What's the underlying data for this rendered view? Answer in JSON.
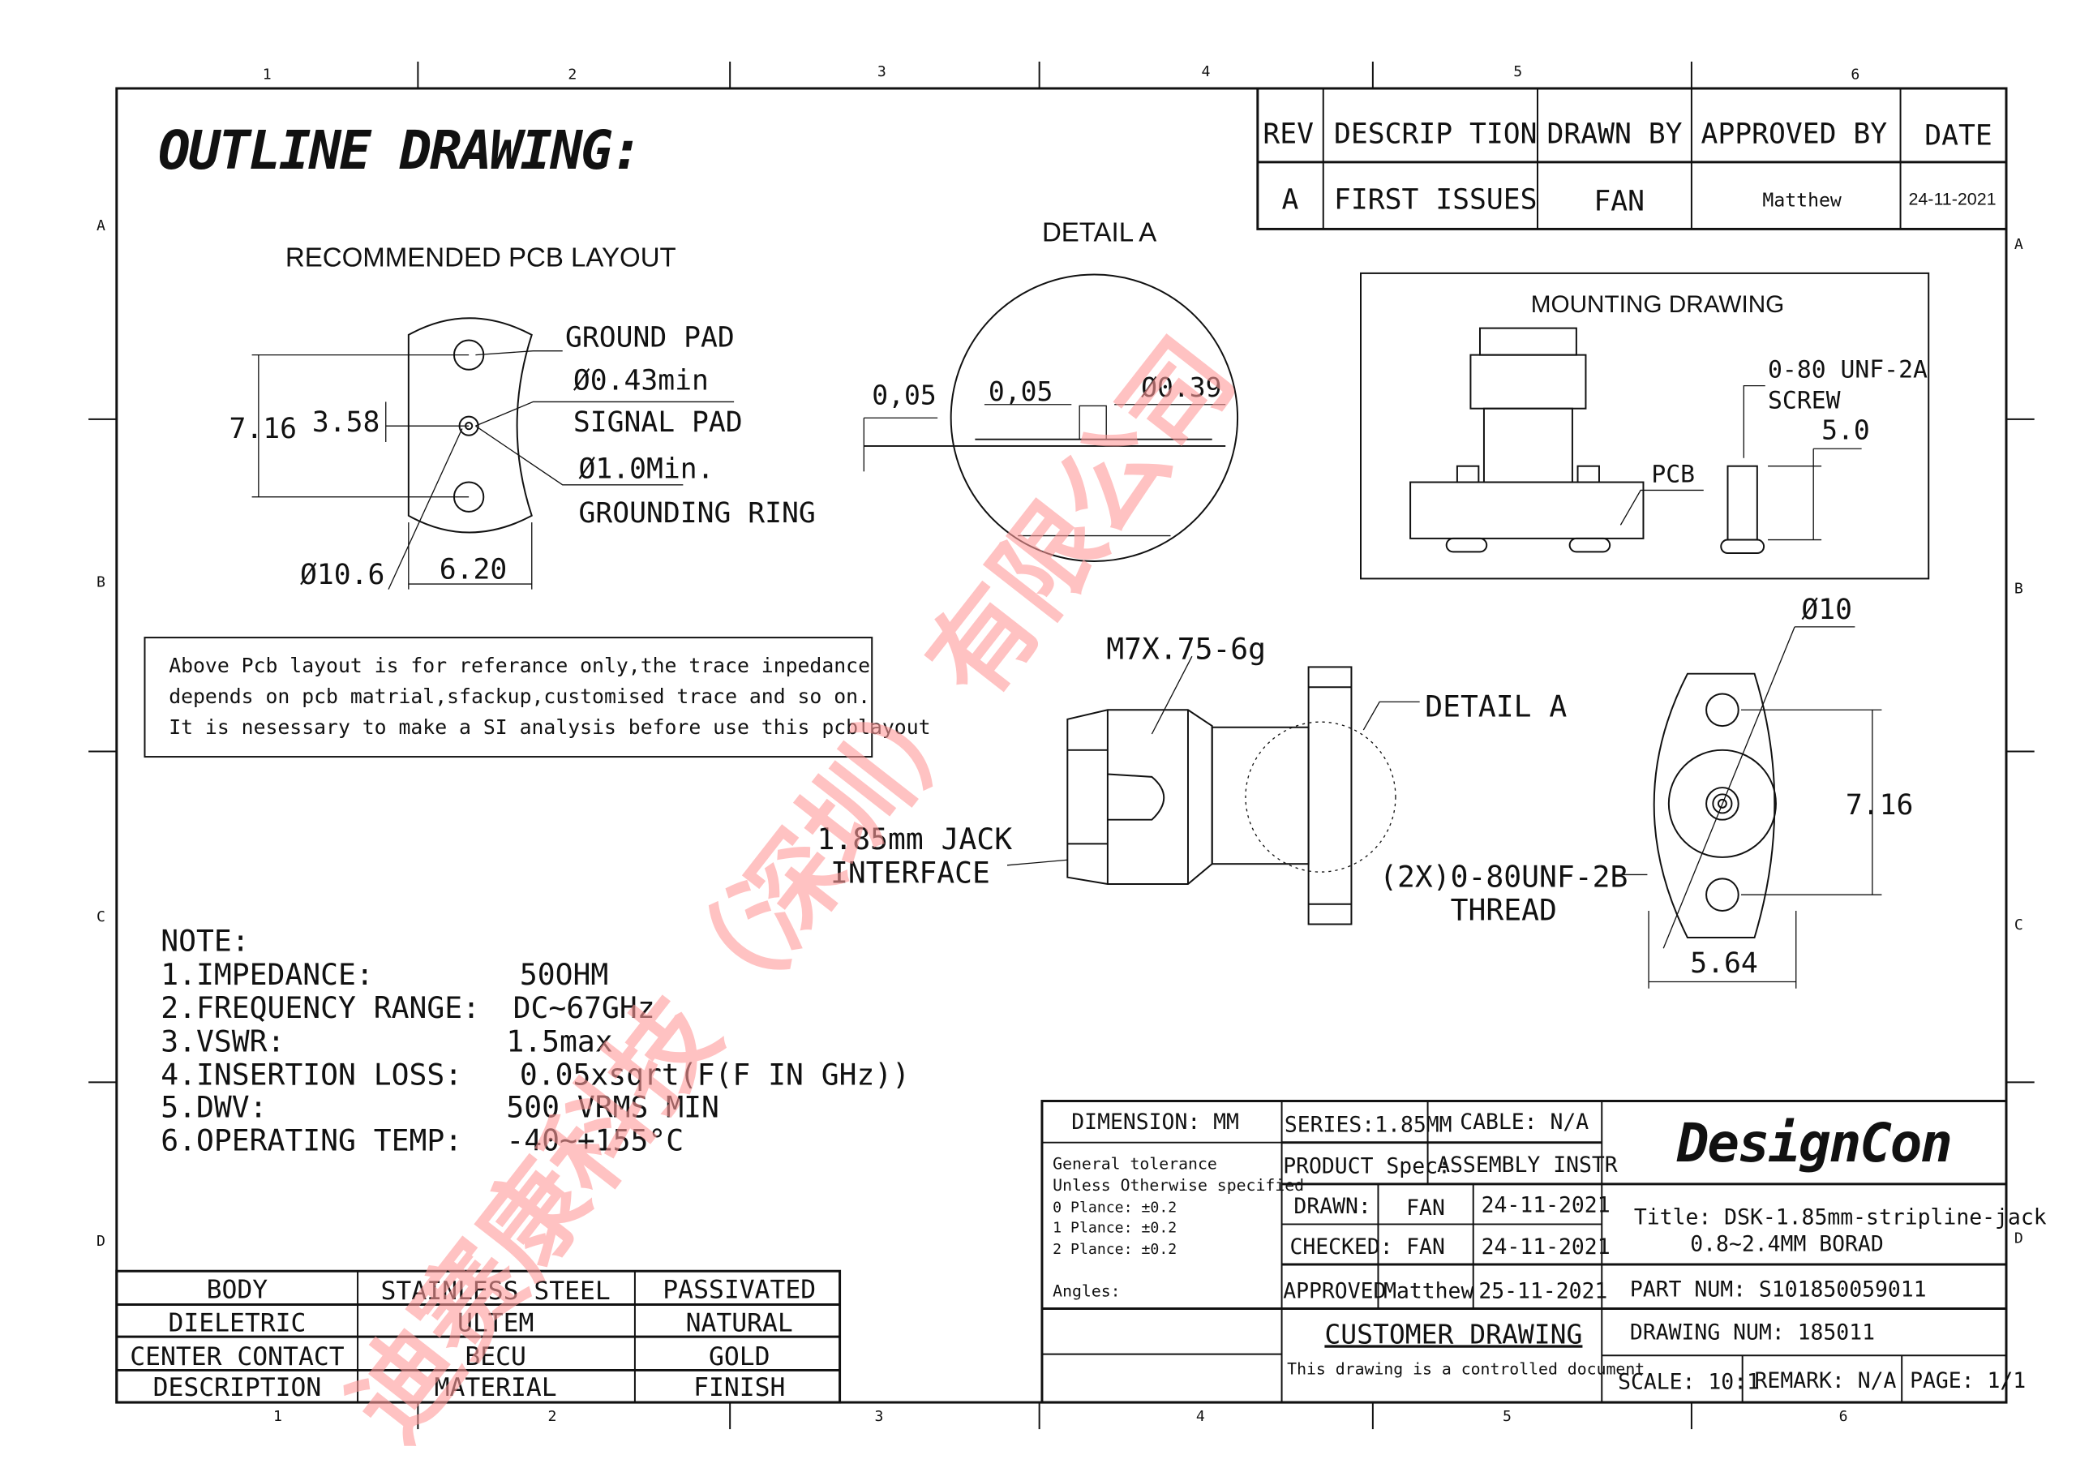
{
  "title": "OUTLINE DRAWING:",
  "zones": {
    "cols": [
      "1",
      "2",
      "3",
      "4",
      "5",
      "6"
    ],
    "rows": [
      "A",
      "B",
      "C",
      "D"
    ]
  },
  "revision_table": {
    "headers": [
      "REV",
      "DESCRIP TION",
      "DRAWN BY",
      "APPROVED BY",
      "DATE"
    ],
    "row": [
      "A",
      "FIRST ISSUES",
      "FAN",
      "Matthew",
      "24-11-2021"
    ]
  },
  "pcb_layout": {
    "title": "RECOMMENDED PCB LAYOUT",
    "ground_pad": "GROUND PAD",
    "ground_pad_dia": "Ø0.43min",
    "signal_pad": "SIGNAL PAD",
    "ring_dia": "Ø1.0Min.",
    "grounding_ring": "GROUNDING RING",
    "dim_716": "7.16",
    "dim_358": "3.58",
    "dim_106": "Ø10.6",
    "dim_620": "6.20"
  },
  "detail_a": {
    "title": "DETAIL A",
    "dim1": "0,05",
    "dim2": "0,05",
    "dim3": "Ø0.39"
  },
  "mounting": {
    "title": "MOUNTING DRAWING",
    "screw1": "0-80 UNF-2A",
    "screw2": "SCREW",
    "dim": "5.0",
    "pcb": "PCB"
  },
  "note_box": [
    "Above Pcb layout is for referance only,the trace inpedance",
    "depends on pcb matrial,sfackup,customised trace and so on.",
    "It is nesessary to make a SI analysis before use this pcblayout"
  ],
  "side_view": {
    "thread": "M7X.75-6g",
    "detail": "DETAIL  A",
    "jack1": "1.85mm  JACK",
    "jack2": "INTERFACE",
    "thread_note1": "(2X)0-80UNF-2B",
    "thread_note2": "THREAD"
  },
  "front_view": {
    "dia": "Ø10",
    "h": "7.16",
    "w": "5.64"
  },
  "notes": {
    "heading": "NOTE:",
    "items": [
      {
        "label": "1.IMPEDANCE:",
        "value": "50OHM"
      },
      {
        "label": "2.FREQUENCY  RANGE:",
        "value": "DC~67GHz"
      },
      {
        "label": "3.VSWR:",
        "value": "1.5max"
      },
      {
        "label": "4.INSERTION  LOSS:",
        "value": "0.05xsqrt(F(F  IN  GHz))"
      },
      {
        "label": "5.DWV:",
        "value": "500  VRMS  MIN"
      },
      {
        "label": "6.OPERATING  TEMP:",
        "value": "-40~+155°C"
      }
    ]
  },
  "materials": {
    "rows": [
      [
        "BODY",
        "STAINLESS  STEEL",
        "PASSIVATED"
      ],
      [
        "DIELETRIC",
        "ULTEM",
        "NATURAL"
      ],
      [
        "CENTER  CONTACT",
        "BECU",
        "GOLD"
      ],
      [
        "DESCRIPTION",
        "MATERIAL",
        "FINISH"
      ]
    ]
  },
  "title_block": {
    "dimension": "DIMENSION:   MM",
    "series": "SERIES:1.85MM",
    "cable": "CABLE: N/A",
    "company": "DesignCon",
    "tolerance": [
      "General tolerance",
      "Unless Otherwise specified",
      "0 Plance:  ±0.2",
      "1 Plance:   ±0.2",
      "2 Plance:  ±0.2"
    ],
    "angles": "Angles:",
    "product_spec": "PRODUCT Spec:",
    "assembly": "ASSEMBLY INSTR",
    "drawn": [
      "DRAWN:",
      "FAN",
      "24-11-2021"
    ],
    "checked": [
      "CHECKED:",
      "FAN",
      "24-11-2021"
    ],
    "approved": [
      "APPROVED",
      "Matthew",
      "25-11-2021"
    ],
    "title1": "Title: DSK-1.85mm-stripline-jack",
    "title2": "0.8~2.4MM BORAD",
    "part_num": "PART NUM: S101850059011",
    "drawing_num": "DRAWING NUM: 185011",
    "customer": "CUSTOMER DRAWING",
    "controlled": "This drawing is a controlled document",
    "scale": "SCALE:  10:1",
    "remark": "REMARK: N/A",
    "page": "PAGE: 1/1"
  },
  "watermark": "迪赛康科技（深圳）有限公司"
}
